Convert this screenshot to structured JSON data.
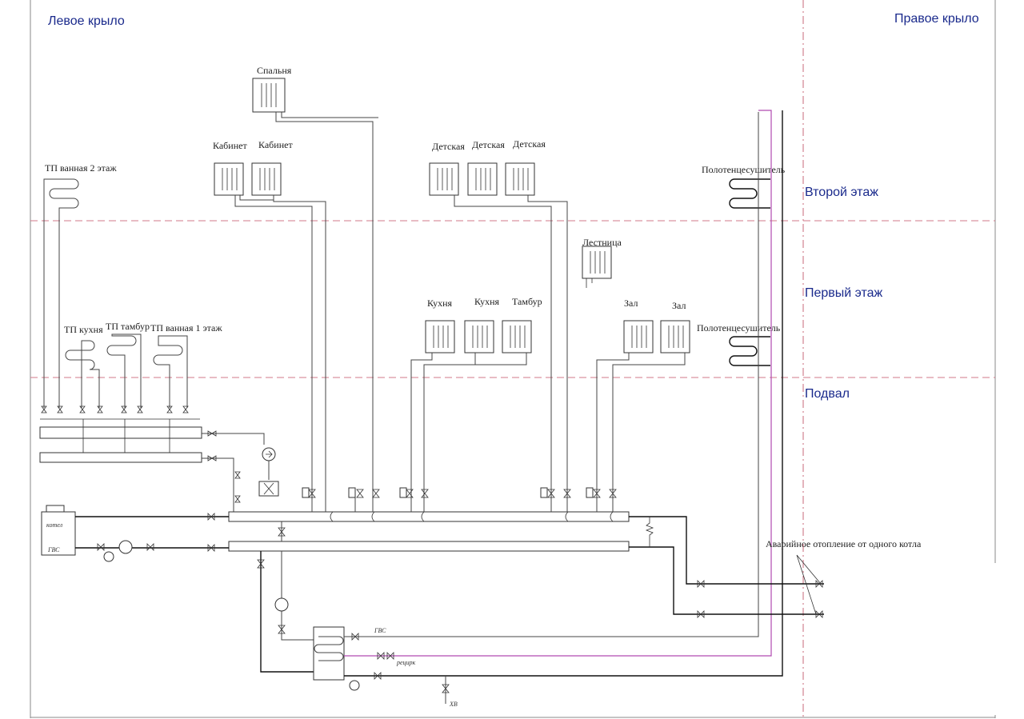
{
  "wings": {
    "left": "Левое крыло",
    "right": "Правое крыло"
  },
  "floors": {
    "second": "Второй этаж",
    "first": "Первый этаж",
    "basement": "Подвал"
  },
  "rooms": {
    "bedroom": "Спальня",
    "cabinet_1": "Кабинет",
    "cabinet_2": "Кабинет",
    "children_1": "Детская",
    "children_2": "Детская",
    "children_3": "Детская",
    "stairs": "Лестница",
    "kitchen_1": "Кухня",
    "kitchen_2": "Кухня",
    "vestibule": "Тамбур",
    "hall_1": "Зал",
    "hall_2": "Зал",
    "towel_dryer_2": "Полотенцесушитель",
    "towel_dryer_1": "Полотенцесушитель"
  },
  "floor_heating": {
    "bath_2": "ТП ванная 2 этаж",
    "kitchen": "ТП кухня",
    "vestibule": "ТП тамбур",
    "bath_1": "ТП ванная 1 этаж"
  },
  "equipment": {
    "boiler": "котел",
    "dhw_on_boiler": "ГВС",
    "emergency": "Аварийное отопление от одного котла",
    "dhw_out": "ГВС",
    "recirc": "рецирк",
    "cold_water": "ХВ"
  }
}
